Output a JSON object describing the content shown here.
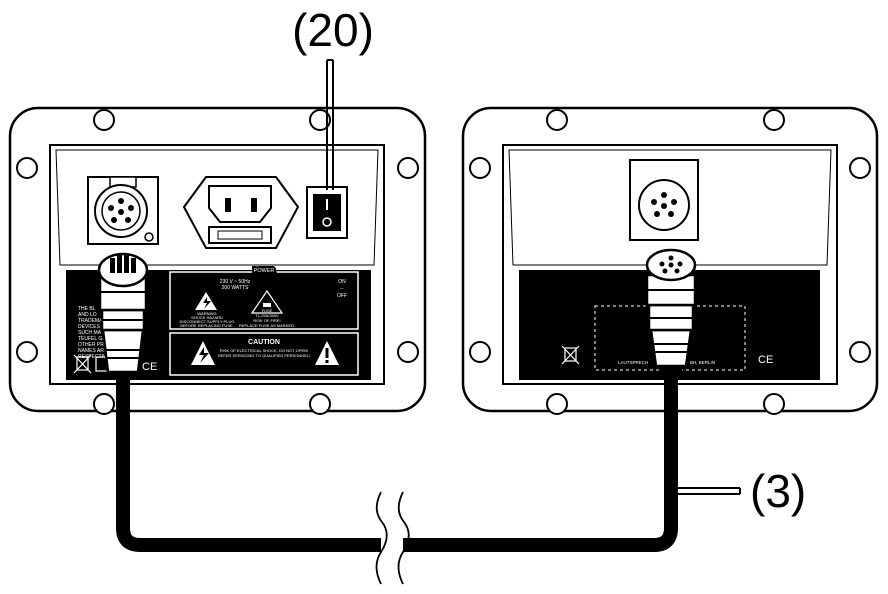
{
  "callouts": {
    "switch_label": "(20)",
    "cable_label": "(3)"
  },
  "left_panel": {
    "power_header": "POWER",
    "power_rating_voltage": "230 V ~ 50Hz",
    "power_rating_watts": "200 WATTS",
    "switch_on": "ON",
    "switch_dash": "–",
    "switch_off": "OFF",
    "warning_title": "WARNING",
    "warning_line1": "SHOCK HAZARD",
    "warning_line2": "DISCONNECT SUPPLY PLUG",
    "warning_line3": "BEFORE REPLACING FUSE.",
    "fuse_label": "FUSE",
    "fuse_rating": "T1,25A/250V",
    "fire_line1": "RISK OF FIRE!",
    "fire_line2": "REPLACE FUSE AS MARKED.",
    "caution_title": "CAUTION",
    "caution_line1": "RISK OF ELECTRICAL SHOCK. DO NOT OPEN!",
    "caution_line2": "REFER SERVICING TO QUALIFIED PERSONNEL!",
    "ce_mark": "CE",
    "trademark_lines": [
      "THE BL",
      "AND LO",
      "TRADEMA",
      "DEVICES",
      "SUCH MA",
      "TEUFEL GM",
      "OTHER PRO",
      "NAMES ARE",
      "RESPECTIVE O"
    ]
  },
  "right_panel": {
    "manufacturer_text": "LAUTSPRECH",
    "manufacturer_text_end": "BH, BERLIN",
    "ce_mark": "CE"
  },
  "colors": {
    "line": "#000000",
    "panel_fill": "#ffffff",
    "plate_fill": "#000000",
    "cable": "#000000"
  }
}
